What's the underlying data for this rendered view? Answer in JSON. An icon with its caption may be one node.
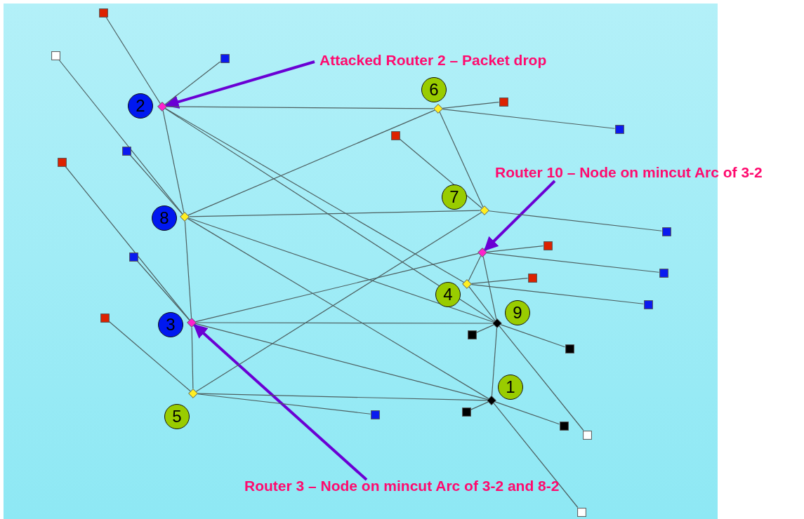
{
  "diagram": {
    "nodes": [
      {
        "text": [
          "Attacked Router 2 – Packet drop"
        ]
      },
      {
        "text": [],
        "shape": "diamond",
        "beside": [
          "2"
        ]
      },
      {
        "text": [],
        "shape": "diamond",
        "beside": [
          "6"
        ]
      },
      {
        "text": [],
        "shape": "diamond",
        "beside": [
          "8"
        ]
      },
      {
        "text": [],
        "shape": "diamond",
        "beside": [
          "7"
        ]
      },
      {
        "text": [
          "Router 10 – Node on mincut Arc of 3-2"
        ]
      },
      {
        "text": [],
        "shape": "diamond"
      },
      {
        "text": [],
        "shape": "diamond",
        "beside": [
          "4"
        ]
      },
      {
        "text": [],
        "shape": "diamond",
        "beside": [
          "3"
        ]
      },
      {
        "text": [],
        "shape": "diamond",
        "beside": [
          "9"
        ]
      },
      {
        "text": [],
        "shape": "diamond",
        "beside": [
          "1"
        ]
      },
      {
        "text": [],
        "shape": "diamond",
        "beside": [
          "5"
        ]
      },
      {
        "text": [
          "Router 3 – Node on mincut Arc of 3-2 and 8-2"
        ]
      },
      {
        "text": [],
        "shape": "box"
      },
      {
        "text": [],
        "shape": "box"
      },
      {
        "text": [],
        "shape": "box"
      },
      {
        "text": [],
        "shape": "box"
      },
      {
        "text": [],
        "shape": "box"
      },
      {
        "text": [],
        "shape": "box"
      },
      {
        "text": [],
        "shape": "box"
      },
      {
        "text": [],
        "shape": "box"
      },
      {
        "text": [],
        "shape": "box"
      },
      {
        "text": [],
        "shape": "box"
      },
      {
        "text": [],
        "shape": "box"
      },
      {
        "text": [],
        "shape": "box"
      },
      {
        "text": [],
        "shape": "box"
      },
      {
        "text": [],
        "shape": "box"
      },
      {
        "text": [],
        "shape": "box"
      },
      {
        "text": [],
        "shape": "box"
      },
      {
        "text": [],
        "shape": "box"
      },
      {
        "text": [],
        "shape": "box"
      },
      {
        "text": [],
        "shape": "box"
      },
      {
        "text": [],
        "shape": "box"
      },
      {
        "text": [],
        "shape": "box"
      },
      {
        "text": [],
        "shape": "box"
      }
    ],
    "edges": [
      {
        "from": 0,
        "to": 1,
        "arrow": "to",
        "style": "thick",
        "color": "#6a00d4"
      },
      {
        "from": 5,
        "to": 6,
        "arrow": "to",
        "style": "thick",
        "color": "#6a00d4"
      },
      {
        "from": 12,
        "to": 8,
        "arrow": "to",
        "style": "thick",
        "color": "#6a00d4"
      },
      {
        "from": 1,
        "to": 2,
        "arrow": "none"
      },
      {
        "from": 1,
        "to": 3,
        "arrow": "none"
      },
      {
        "from": 1,
        "to": 9,
        "arrow": "none"
      },
      {
        "from": 1,
        "to": 7,
        "arrow": "none"
      },
      {
        "from": 3,
        "to": 2,
        "arrow": "none"
      },
      {
        "from": 3,
        "to": 4,
        "arrow": "none"
      },
      {
        "from": 3,
        "to": 9,
        "arrow": "none"
      },
      {
        "from": 3,
        "to": 10,
        "arrow": "none"
      },
      {
        "from": 3,
        "to": 8,
        "arrow": "none"
      },
      {
        "from": 8,
        "to": 6,
        "arrow": "none"
      },
      {
        "from": 8,
        "to": 9,
        "arrow": "none"
      },
      {
        "from": 8,
        "to": 10,
        "arrow": "none"
      },
      {
        "from": 8,
        "to": 11,
        "arrow": "none"
      },
      {
        "from": 11,
        "to": 4,
        "arrow": "none"
      },
      {
        "from": 11,
        "to": 10,
        "arrow": "none"
      },
      {
        "from": 2,
        "to": 4,
        "arrow": "none"
      },
      {
        "from": 6,
        "to": 7,
        "arrow": "none"
      },
      {
        "from": 6,
        "to": 9,
        "arrow": "none"
      },
      {
        "from": 7,
        "to": 9,
        "arrow": "none"
      },
      {
        "from": 9,
        "to": 10,
        "arrow": "none"
      },
      {
        "from": 13,
        "to": 1,
        "arrow": "none"
      },
      {
        "from": 15,
        "to": 1,
        "arrow": "none"
      },
      {
        "from": 14,
        "to": 3,
        "arrow": "none"
      },
      {
        "from": 19,
        "to": 3,
        "arrow": "none"
      },
      {
        "from": 20,
        "to": 8,
        "arrow": "none"
      },
      {
        "from": 23,
        "to": 8,
        "arrow": "none"
      },
      {
        "from": 27,
        "to": 11,
        "arrow": "none"
      },
      {
        "from": 16,
        "to": 2,
        "arrow": "none"
      },
      {
        "from": 17,
        "to": 2,
        "arrow": "none"
      },
      {
        "from": 18,
        "to": 4,
        "arrow": "none"
      },
      {
        "from": 21,
        "to": 4,
        "arrow": "none"
      },
      {
        "from": 22,
        "to": 6,
        "arrow": "none"
      },
      {
        "from": 24,
        "to": 6,
        "arrow": "none"
      },
      {
        "from": 25,
        "to": 7,
        "arrow": "none"
      },
      {
        "from": 26,
        "to": 7,
        "arrow": "none"
      },
      {
        "from": 28,
        "to": 9,
        "arrow": "none"
      },
      {
        "from": 29,
        "to": 9,
        "arrow": "none"
      },
      {
        "from": 33,
        "to": 9,
        "arrow": "none"
      },
      {
        "from": 31,
        "to": 10,
        "arrow": "none"
      },
      {
        "from": 32,
        "to": 10,
        "arrow": "none"
      },
      {
        "from": 34,
        "to": 10,
        "arrow": "none"
      },
      {
        "from": 30,
        "to": 11,
        "arrow": "none"
      }
    ]
  }
}
